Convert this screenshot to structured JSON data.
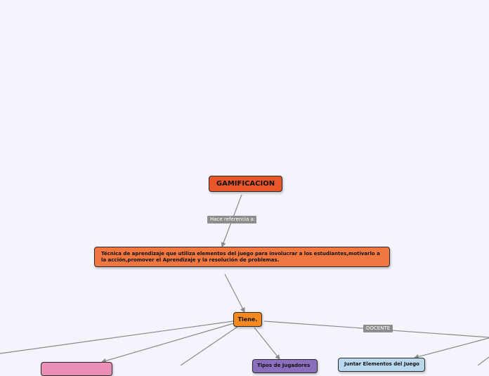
{
  "diagram": {
    "root": {
      "label": "GAMIFICACION",
      "color": "#e8562a"
    },
    "edge_label_1": "Hace referencia a:",
    "definition": {
      "text": "Técnica de aprendizaje que utiliza elementos del juego para involucrar a los estudiantes,motivarlo a la acción,promover el Aprendizaje y la resolución de problemas.",
      "color": "#f07840"
    },
    "tiene": {
      "label": "Tiene.",
      "color": "#f5891f"
    },
    "edge_label_docente": "DOCENTE",
    "children": [
      {
        "label": "",
        "color": "#ec8fb6"
      },
      {
        "label": "Tipos de Jugadores",
        "color": "#8a6fbd"
      },
      {
        "label": "Juntar Elementos del Juego",
        "color": "#b9d8ee"
      }
    ],
    "link_color": "#8a8a8a"
  }
}
